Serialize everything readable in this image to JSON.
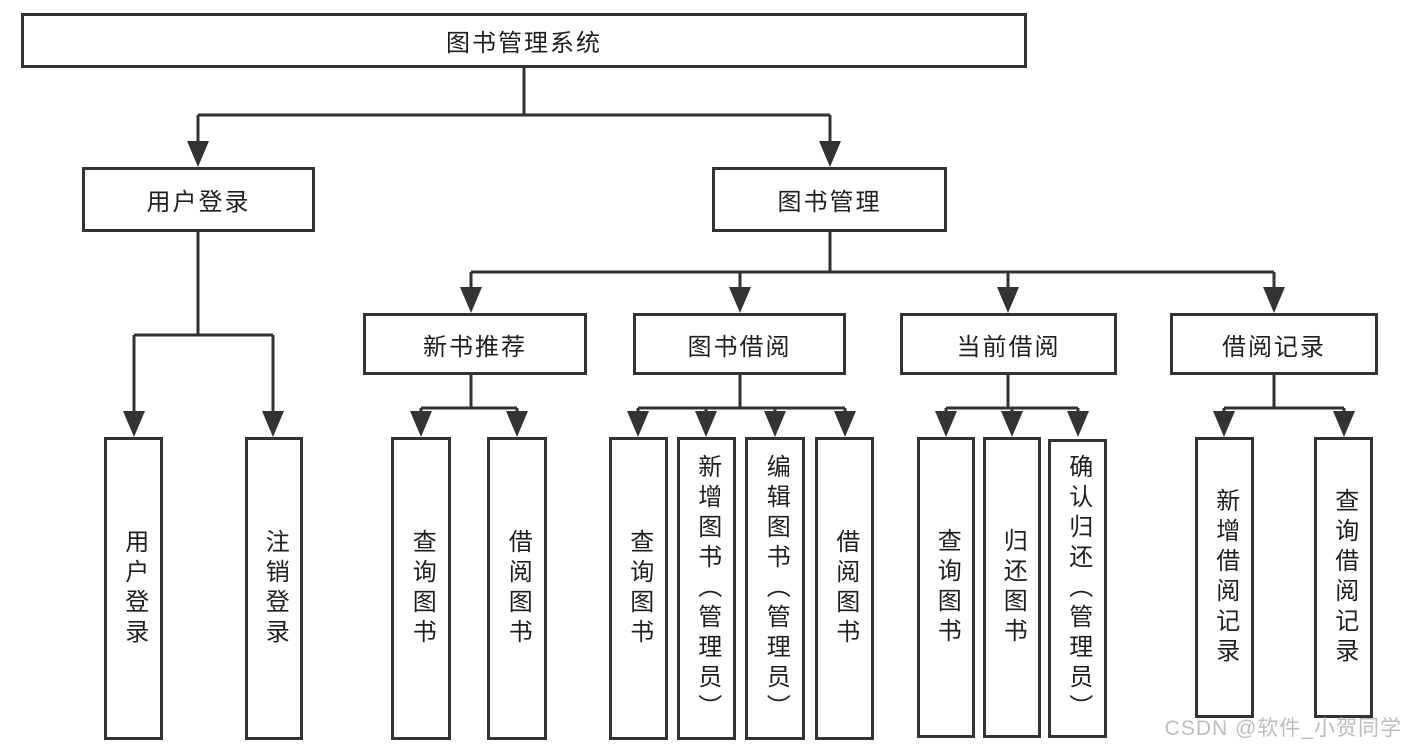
{
  "diagram_title": "图书管理系统",
  "nodes": {
    "root": "图书管理系统",
    "user_login": "用户登录",
    "book_mgmt": "图书管理",
    "new_book": "新书推荐",
    "borrow": "图书借阅",
    "current": "当前借阅",
    "records": "借阅记录",
    "leaf_user_login": "用户登录",
    "leaf_logout": "注销登录",
    "leaf_nb_query": "查询图书",
    "leaf_nb_borrow": "借阅图书",
    "leaf_bw_query": "查询图书",
    "leaf_bw_add": "新增图书（管理员）",
    "leaf_bw_edit": "编辑图书（管理员）",
    "leaf_bw_borrow": "借阅图书",
    "leaf_cur_query": "查询图书",
    "leaf_cur_return": "归还图书",
    "leaf_cur_confirm": "确认归还（管理员）",
    "leaf_rec_add": "新增借阅记录",
    "leaf_rec_query": "查询借阅记录"
  },
  "hierarchy": {
    "root": "图书管理系统",
    "children": [
      {
        "label": "用户登录",
        "children": [
          "用户登录",
          "注销登录"
        ]
      },
      {
        "label": "图书管理",
        "children": [
          {
            "label": "新书推荐",
            "children": [
              "查询图书",
              "借阅图书"
            ]
          },
          {
            "label": "图书借阅",
            "children": [
              "查询图书",
              "新增图书（管理员）",
              "编辑图书（管理员）",
              "借阅图书"
            ]
          },
          {
            "label": "当前借阅",
            "children": [
              "查询图书",
              "归还图书",
              "确认归还（管理员）"
            ]
          },
          {
            "label": "借阅记录",
            "children": [
              "新增借阅记录",
              "查询借阅记录"
            ]
          }
        ]
      }
    ]
  },
  "watermark": "CSDN @软件_小贺同学",
  "colors": {
    "line": "#333333",
    "border": "#333333",
    "text": "#1f1f1f",
    "background": "#ffffff",
    "watermark": "#bcbcbc"
  }
}
